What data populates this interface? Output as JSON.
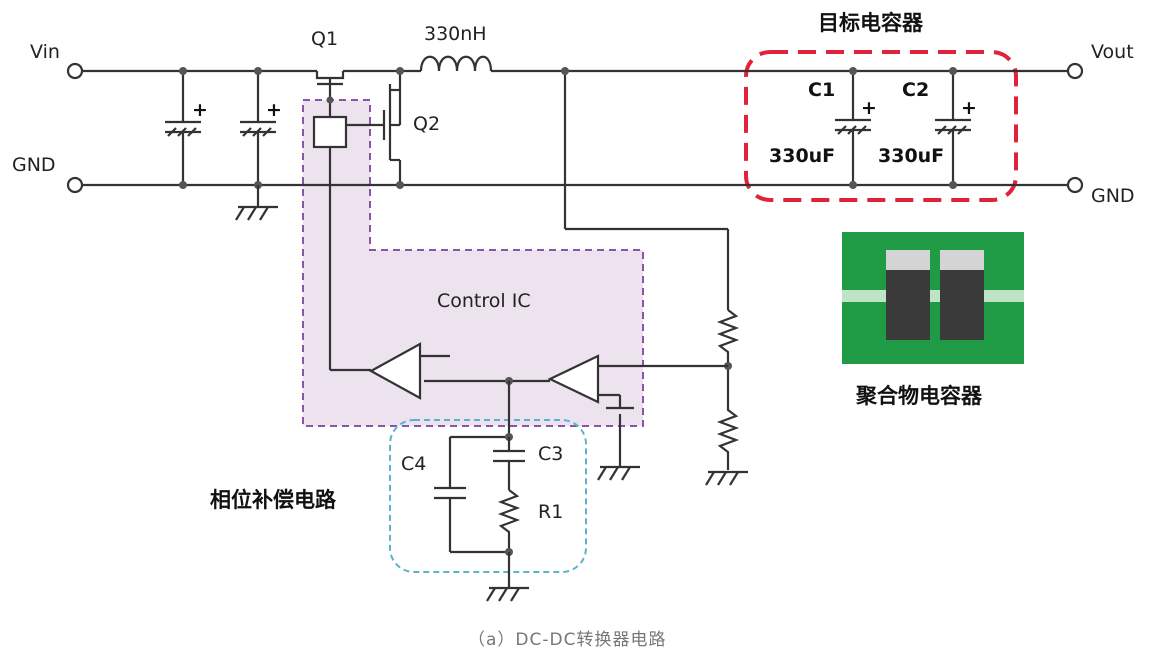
{
  "labels": {
    "vin": "Vin",
    "gnd_left": "GND",
    "q1": "Q1",
    "q2": "Q2",
    "inductor": "330nH",
    "target_caps": "目标电容器",
    "vout": "Vout",
    "gnd_right": "GND",
    "c1": "C1",
    "c2": "C2",
    "c1_value": "330uF",
    "c2_value": "330uF",
    "control_ic": "Control IC",
    "polymer_caps": "聚合物电容器",
    "c4": "C4",
    "c3": "C3",
    "r1": "R1",
    "compensation": "相位补偿电路",
    "caption": "（a）DC-DC转换器电路"
  },
  "colors": {
    "wire": "#333333",
    "target_box": "#e0223a",
    "control_ic_border": "#8a55a8",
    "control_ic_fill": "#ece3ee",
    "compensation_border": "#5bb3cc",
    "pcb_green": "#1f9a45",
    "pcb_trace": "#bfe3c7",
    "cap_body": "#3a3a3a",
    "cap_cap": "#d4d4d4"
  },
  "icons": {
    "terminal": "open-circle-terminal",
    "ground": "ground-symbol",
    "capacitor": "polarized-capacitor-symbol",
    "mosfet": "mosfet-symbol",
    "inductor": "inductor-coil-symbol",
    "resistor": "resistor-zigzag-symbol",
    "amplifier": "op-amp-triangle-symbol"
  }
}
